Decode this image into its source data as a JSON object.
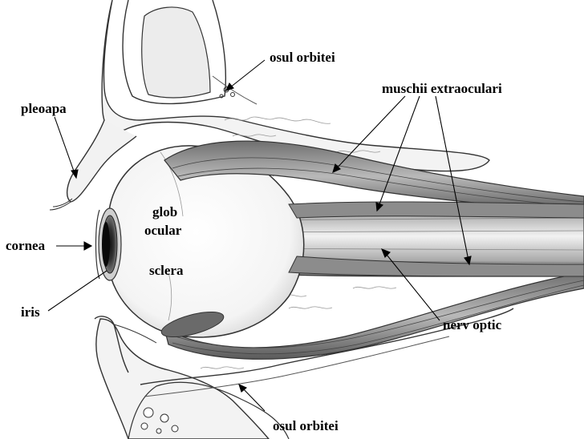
{
  "labels": {
    "osul_orbitei_top": "osul orbitei",
    "pleoapa": "pleoapa",
    "muschii_extraoculari": "muschii extraoculari",
    "glob_line1": "glob",
    "glob_line2": "ocular",
    "sclera": "sclera",
    "cornea": "cornea",
    "iris": "iris",
    "nerv_optic": "nerv optic",
    "osul_orbitei_bottom": "osul orbitei"
  }
}
